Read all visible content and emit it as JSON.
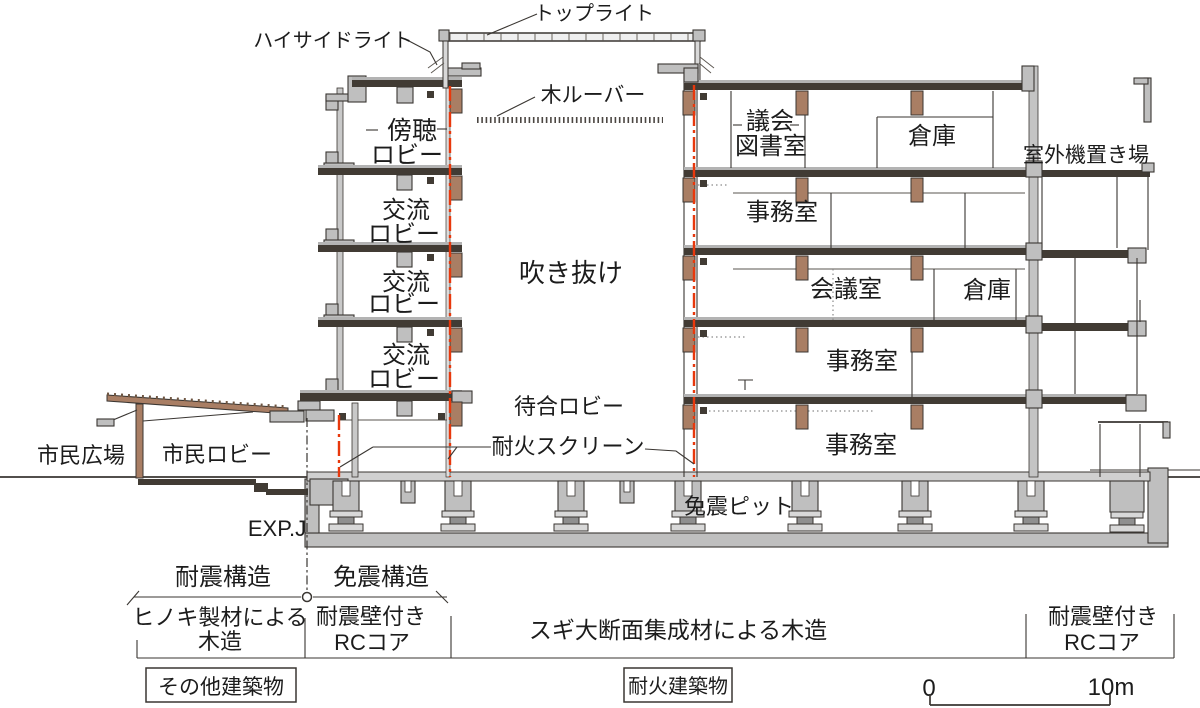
{
  "colors": {
    "outline": "#3a3632",
    "concrete": "#bfbfbf",
    "wood": "#a97e64",
    "fire_screen_red": "#e8380c",
    "background": "#ffffff",
    "text": "#1c1c1c"
  },
  "labels": {
    "toplight": "トップライト",
    "highside_light": "ハイサイドライト",
    "wood_louver": "木ルーバー",
    "atrium": "吹き抜け",
    "waiting_lobby": "待合ロビー",
    "fire_screen": "耐火スクリーン",
    "seismic_pit": "免震ピット",
    "exp_joint": "EXP.J",
    "civic_plaza": "市民広場",
    "civic_lobby": "市民ロビー",
    "outdoor_unit_area": "室外機置き場"
  },
  "rooms": {
    "gallery_lobby_line1": "傍聴",
    "gallery_lobby_line2": "ロビー",
    "exchange_lobby_line1": "交流",
    "exchange_lobby_line2": "ロビー",
    "council_library_line1": "議会",
    "council_library_line2": "図書室",
    "storage": "倉庫",
    "office": "事務室",
    "meeting_room": "会議室"
  },
  "footer": {
    "seismic_resistant": "耐震構造",
    "base_isolated": "免震構造",
    "hinoki_line1": "ヒノキ製材による",
    "hinoki_line2": "木造",
    "rc_core_line1": "耐震壁付き",
    "rc_core_line2": "RCコア",
    "sugi_glulam": "スギ大断面集成材による木造",
    "other_building": "その他建築物",
    "fireproof_building": "耐火建築物",
    "scale_zero": "0",
    "scale_ten": "10m"
  }
}
